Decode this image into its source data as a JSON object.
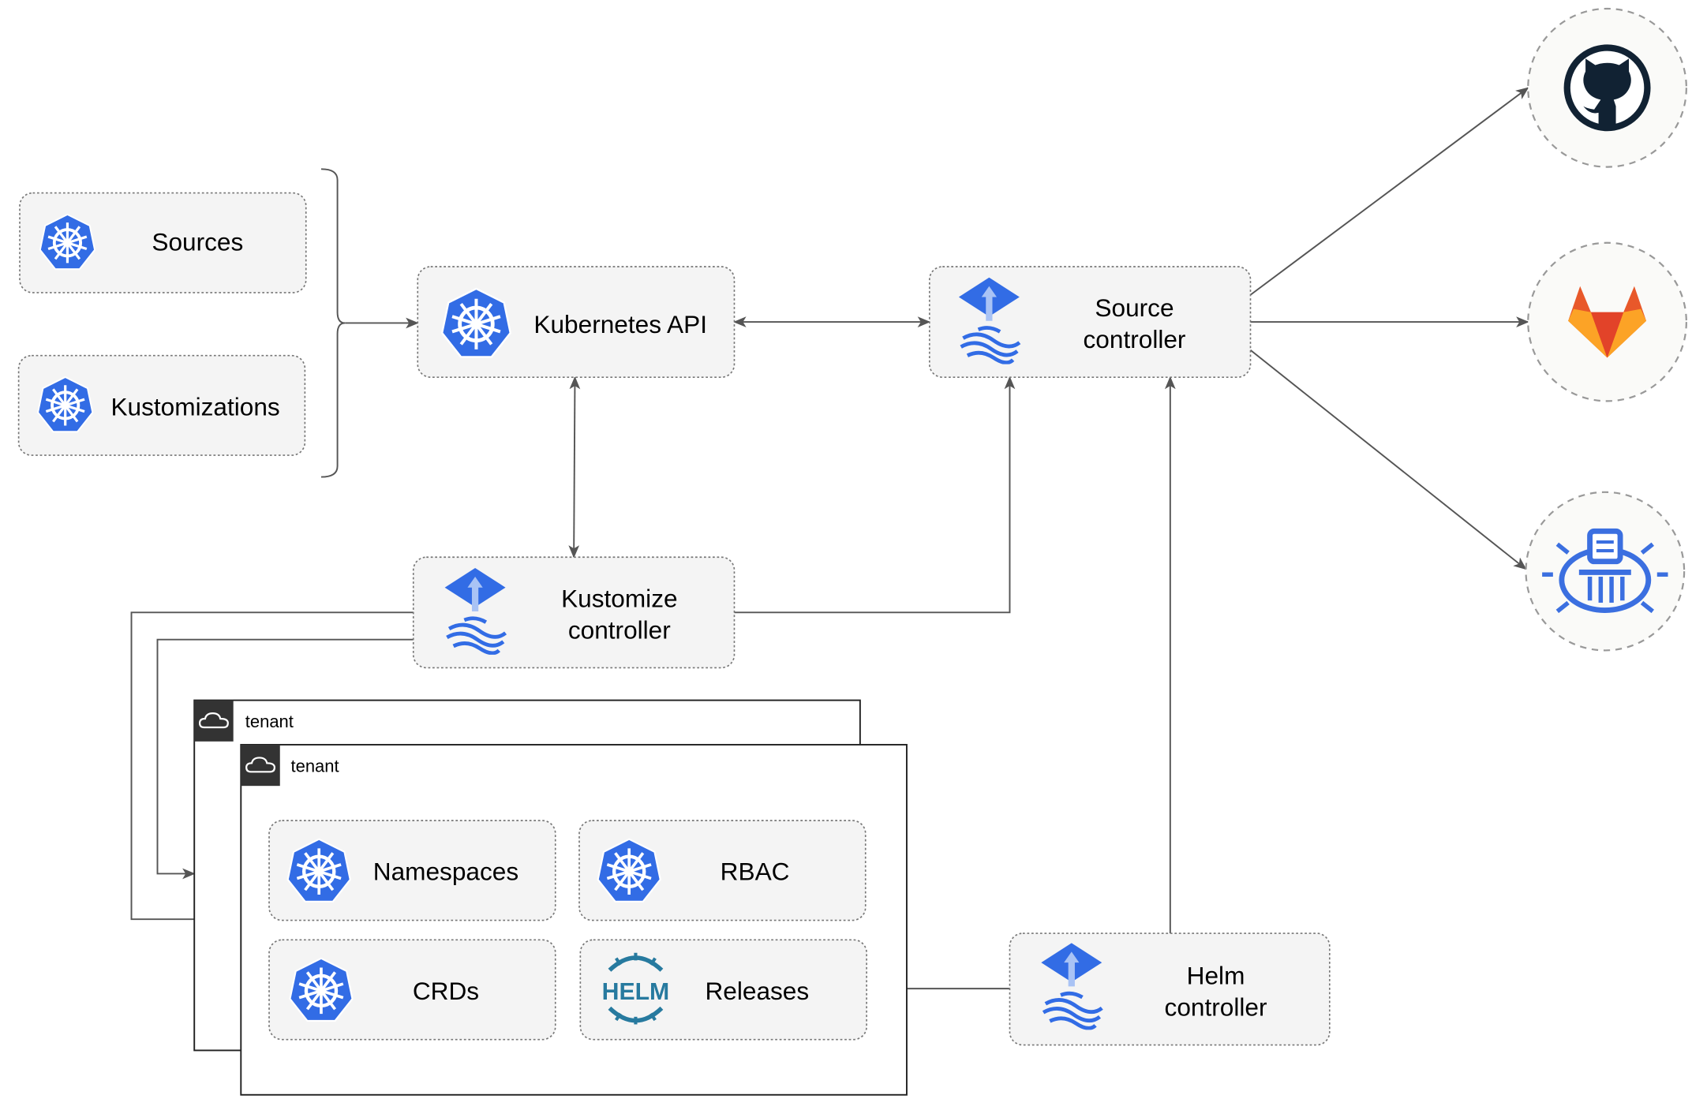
{
  "nodes": {
    "sources": "Sources",
    "kustomizations": "Kustomizations",
    "kubernetes_api": "Kubernetes API",
    "source_controller": [
      "Source",
      "controller"
    ],
    "kustomize_controller": [
      "Kustomize",
      "controller"
    ],
    "helm_controller": [
      "Helm",
      "controller"
    ],
    "namespaces": "Namespaces",
    "rbac": "RBAC",
    "crds": "CRDs",
    "releases": "Releases"
  },
  "tenants": [
    "tenant",
    "tenant"
  ],
  "helm_logo_text": "HELM",
  "external_sources": [
    "github-icon",
    "gitlab-icon",
    "bucket-icon"
  ],
  "colors": {
    "k8s_blue": "#326ce5",
    "flux_blue": "#3b6fe0",
    "github_dark": "#112233",
    "gitlab_orange": "#e8582a",
    "helm_blue": "#277a9f"
  }
}
